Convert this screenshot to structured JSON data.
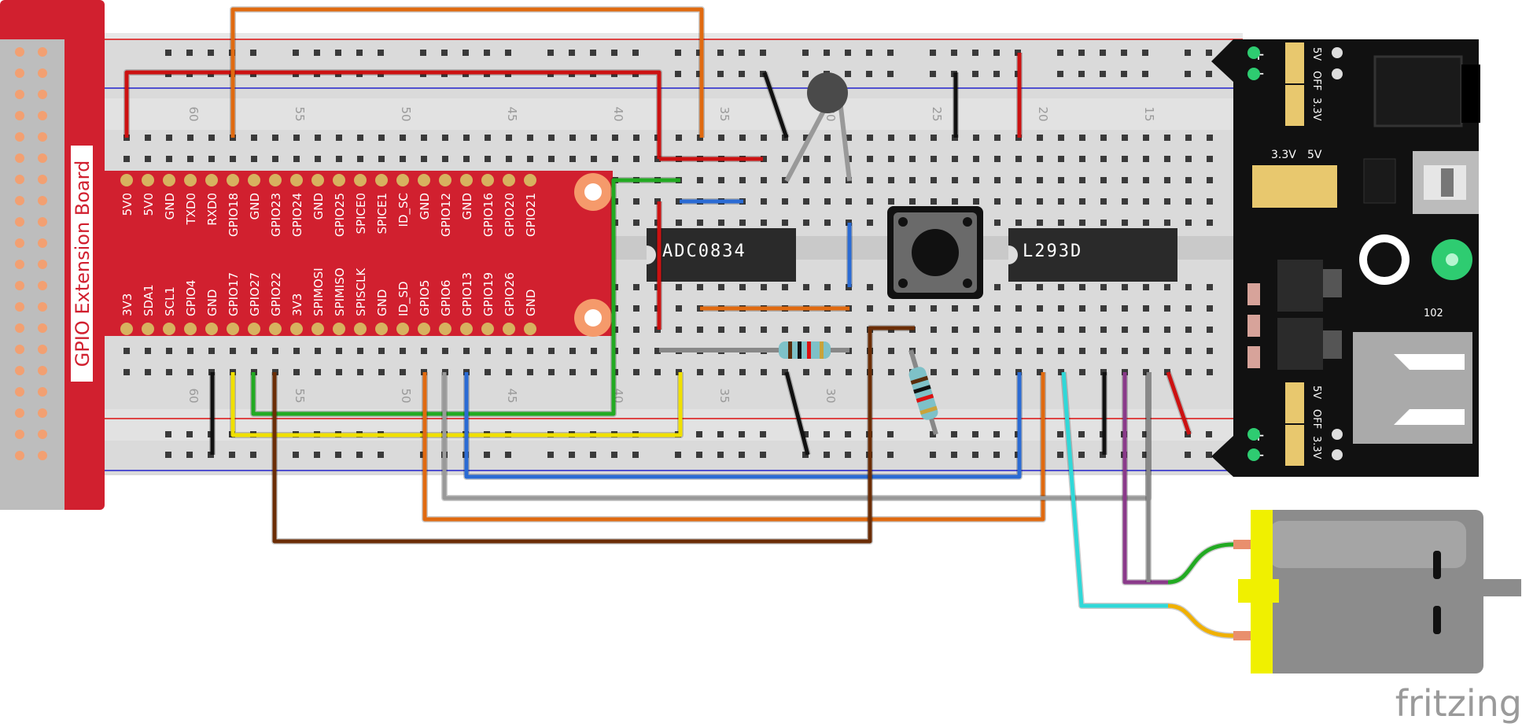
{
  "extension_board": {
    "title": "GPIO Extension Board",
    "top_pins": [
      "5V0",
      "5V0",
      "GND",
      "TXD0",
      "RXD0",
      "GPIO18",
      "GND",
      "GPIO23",
      "GPIO24",
      "GND",
      "GPIO25",
      "SPICE0",
      "SPICE1",
      "ID_SC",
      "GND",
      "GPIO12",
      "GND",
      "GPIO16",
      "GPIO20",
      "GPIO21"
    ],
    "bottom_pins": [
      "3V3",
      "SDA1",
      "SCL1",
      "GPIO4",
      "GND",
      "GPIO17",
      "GPIO27",
      "GPIO22",
      "3V3",
      "SPIMOSI",
      "SPIMISO",
      "SPISCLK",
      "GND",
      "ID_SD",
      "GPIO5",
      "GPIO6",
      "GPIO13",
      "GPIO19",
      "GPIO26",
      "GND"
    ]
  },
  "breadboard": {
    "column_numbers_top": [
      "60",
      "55",
      "50",
      "45",
      "40",
      "35",
      "30",
      "25",
      "20",
      "15"
    ],
    "column_numbers_bottom": [
      "60",
      "55",
      "50",
      "45",
      "40",
      "35",
      "30"
    ]
  },
  "chips": {
    "adc": "ADC0834",
    "driver": "L293D"
  },
  "power_module": {
    "rail_plus": "+",
    "rail_minus": "−",
    "jumper_labels": [
      "5V",
      "OFF",
      "3.3V"
    ],
    "header_labels": [
      "3.3V",
      "5V"
    ],
    "code": "102"
  },
  "watermark": "fritzing",
  "colors": {
    "board_red": "#d1202f",
    "breadboard": "#d9d9d9",
    "power_black": "#111111",
    "motor_yellow": "#f0f000"
  }
}
